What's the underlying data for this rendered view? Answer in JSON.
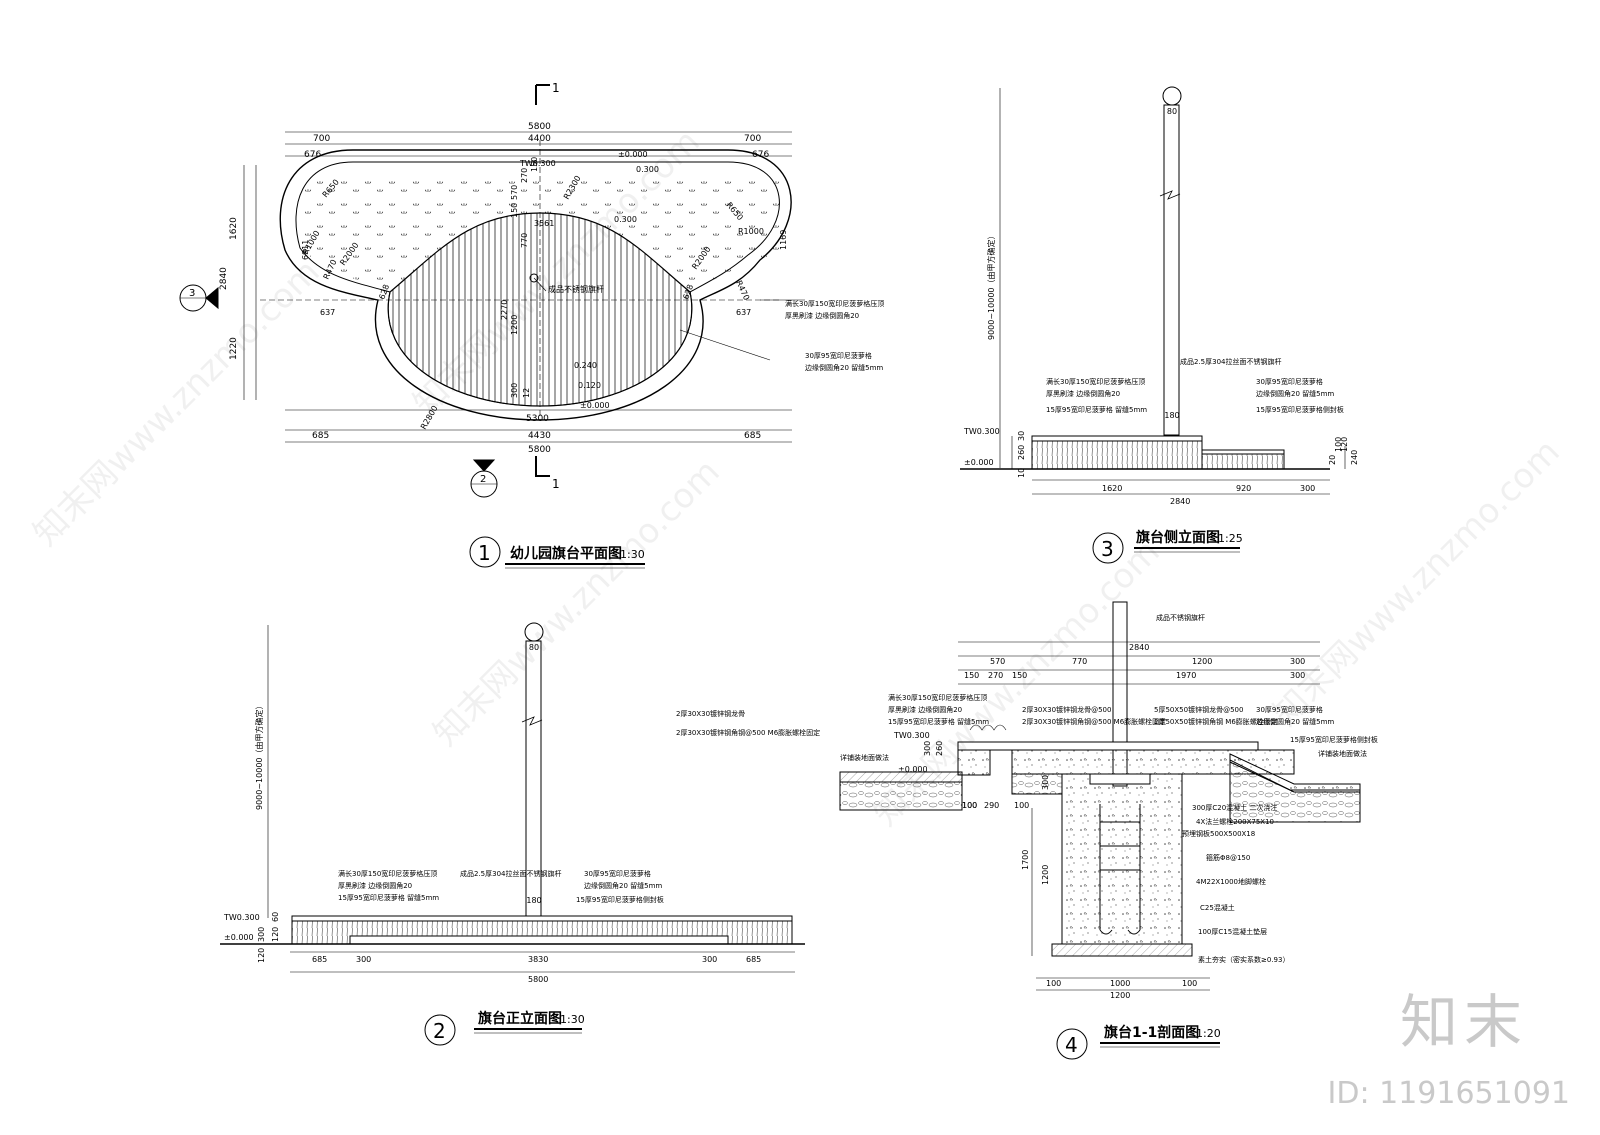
{
  "watermark": {
    "text": "知末网www.znzmo.com",
    "brand": "知末",
    "id_text": "ID: 1191651091",
    "color": "#c9c9c9"
  },
  "drawings": {
    "plan": {
      "num": "1",
      "title": "幼儿园旗台平面图",
      "scale": "1:30",
      "section_mark": "1",
      "elev_mark_left": "3",
      "elev_mark_bottom": "2",
      "dims_top": [
        "5800",
        "700",
        "4400",
        "700",
        "676",
        "676"
      ],
      "dims_bottom": [
        "5300",
        "685",
        "4430",
        "685",
        "5800"
      ],
      "dims_left": [
        "1620",
        "2840",
        "1220"
      ],
      "dims_inner": [
        "570",
        "270",
        "150",
        "150",
        "770",
        "3561",
        "1200",
        "2270",
        "300",
        "12",
        "6911",
        "1169",
        "628",
        "628",
        "637",
        "637"
      ],
      "radii": [
        "R650",
        "R650",
        "R1000",
        "R1000",
        "R2000",
        "R2000",
        "R2300",
        "R470",
        "R470",
        "R2800"
      ],
      "levels": [
        "TW0.300",
        "±0.000",
        "0.300",
        "0.300",
        "0.240",
        "0.120",
        "±0.000"
      ],
      "pole_label": "成品不锈钢旗杆",
      "note_a": [
        "满长30厚150宽印尼菠萝格压顶",
        "厚黑刷漆  边缘倒圆角20"
      ],
      "note_b": [
        "30厚95宽印尼菠萝格",
        "边缘倒圆角20  留缝5mm"
      ]
    },
    "side": {
      "num": "3",
      "title": "旗台侧立面图",
      "scale": "1:25",
      "pole_height": "9000~10000（由甲方确定）",
      "ball": "80",
      "pole_dia": "180",
      "pole_note": "成品2.5厚304拉丝面不锈钢旗杆",
      "note_left": [
        "满长30厚150宽印尼菠萝格压顶",
        "厚黑刷漆  边缘倒圆角20",
        "15厚95宽印尼菠萝格  留缝5mm"
      ],
      "note_right": [
        "30厚95宽印尼菠萝格",
        "边缘倒圆角20  留缝5mm",
        "15厚95宽印尼菠萝格侧封板"
      ],
      "levels": [
        "TW0.300",
        "±0.000"
      ],
      "dims_left": [
        "30",
        "260",
        "10"
      ],
      "dims_right": [
        "20",
        "100",
        "120",
        "240"
      ],
      "dims_bottom": [
        "1620",
        "920",
        "300",
        "2840"
      ]
    },
    "front": {
      "num": "2",
      "title": "旗台正立面图",
      "scale": "1:30",
      "pole_height": "9000~10000（由甲方确定）",
      "ball": "80",
      "pole_dia": "180",
      "note_right": [
        "2厚30X30镀锌钢龙骨",
        "2厚30X30镀锌钢角钢@500  M6膨胀螺栓固定"
      ],
      "pole_note": "成品2.5厚304拉丝面不锈钢旗杆",
      "note_left": [
        "满长30厚150宽印尼菠萝格压顶",
        "厚黑刷漆  边缘倒圆角20",
        "15厚95宽印尼菠萝格  留缝5mm"
      ],
      "note_mid": [
        "30厚95宽印尼菠萝格",
        "边缘倒圆角20  留缝5mm",
        "15厚95宽印尼菠萝格侧封板"
      ],
      "levels": [
        "TW0.300",
        "±0.000"
      ],
      "dims_left": [
        "60",
        "120",
        "300",
        "120"
      ],
      "dims_bottom": [
        "685",
        "300",
        "3830",
        "300",
        "685",
        "5800"
      ]
    },
    "section": {
      "num": "4",
      "title": "旗台1-1剖面图",
      "scale": "1:20",
      "pole_label": "成品不锈钢旗杆",
      "dims_top": [
        "2840",
        "570",
        "770",
        "1200",
        "300",
        "150",
        "270",
        "150",
        "1970",
        "300"
      ],
      "note_left": [
        "满长30厚150宽印尼菠萝格压顶",
        "厚黑刷漆  边缘倒圆角20",
        "15厚95宽印尼菠萝格  留缝5mm"
      ],
      "note_mid": [
        "2厚30X30镀锌钢龙骨@500",
        "2厚30X30镀锌钢角钢@500  M6膨胀螺栓固定"
      ],
      "note_mid2": [
        "5厚50X50镀锌钢龙骨@500",
        "2厚50X50镀锌钢角钢  M6膨胀螺栓固定"
      ],
      "note_right": [
        "30厚95宽印尼菠萝格",
        "边缘倒圆角20  留缝5mm"
      ],
      "note_right2": "15厚95宽印尼菠萝格侧封板",
      "ground_left": "详铺装地面做法",
      "ground_right": "详铺装地面做法",
      "levels": [
        "TW0.300",
        "±0.000"
      ],
      "dims_left": [
        "300",
        "260",
        "100",
        "300",
        "1700",
        "1200"
      ],
      "dims_foot": [
        "100",
        "290",
        "100"
      ],
      "found_notes": [
        "300厚C20混凝土  二次浇注",
        "4X法兰螺栓200X75X10",
        "预埋钢板500X500X18",
        "箍筋Φ8@150",
        "4M22X1000地脚螺栓",
        "C25混凝土",
        "100厚C15混凝土垫层",
        "素土夯实（密实系数≥0.93）"
      ],
      "dims_bottom": [
        "100",
        "1000",
        "100",
        "1200"
      ]
    }
  }
}
